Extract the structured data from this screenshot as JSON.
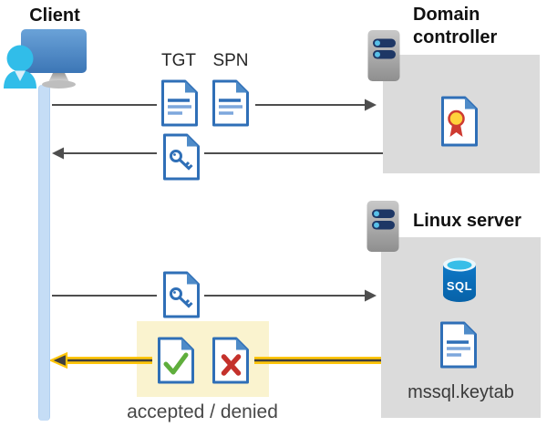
{
  "client": {
    "label": "Client"
  },
  "domain_controller": {
    "title_line1": "Domain",
    "title_line2": "controller"
  },
  "linux_server": {
    "title": "Linux server",
    "sql_label": "SQL",
    "keytab_label": "mssql.keytab"
  },
  "flow": {
    "tgt_label": "TGT",
    "spn_label": "SPN",
    "result_label": "accepted / denied"
  },
  "messages": [
    {
      "from": "Client",
      "to": "Domain controller",
      "direction": "right",
      "items": [
        "TGT",
        "SPN"
      ]
    },
    {
      "from": "Domain controller",
      "to": "Client",
      "direction": "left",
      "items": [
        "key-document"
      ]
    },
    {
      "from": "Client",
      "to": "Linux server",
      "direction": "right",
      "items": [
        "key-document"
      ]
    },
    {
      "from": "Linux server",
      "to": "Client",
      "direction": "left",
      "highlighted": true,
      "items": [
        "accepted-document",
        "denied-document"
      ]
    }
  ],
  "icons": {
    "client": "person-at-monitor-icon",
    "server": "server-icon",
    "tgt": "document-icon",
    "spn": "document-icon",
    "ticket": "key-document-icon",
    "certificate": "certificate-document-icon",
    "sql": "sql-database-icon",
    "keytab": "document-icon",
    "accepted": "check-document-icon",
    "denied": "x-document-icon"
  },
  "palette": {
    "doc_blue": "#2f6fb7",
    "fold_blue": "#4e8bc8",
    "line_light_blue": "#7da7dc",
    "box_gray": "#dbdbdb",
    "lifeline_blue": "#c5ddf6",
    "arrow_gray": "#4e4e4e",
    "accent_yellow": "#ffc60a",
    "highlight_yellow_bg": "#faf3cf",
    "success_green": "#5fae3c",
    "error_red": "#c4312b",
    "person_cyan": "#31bde9",
    "sql_body_blue": "#0a6fbe",
    "sql_top_cyan": "#38bee8",
    "server_pill_navy": "#1e3765"
  }
}
